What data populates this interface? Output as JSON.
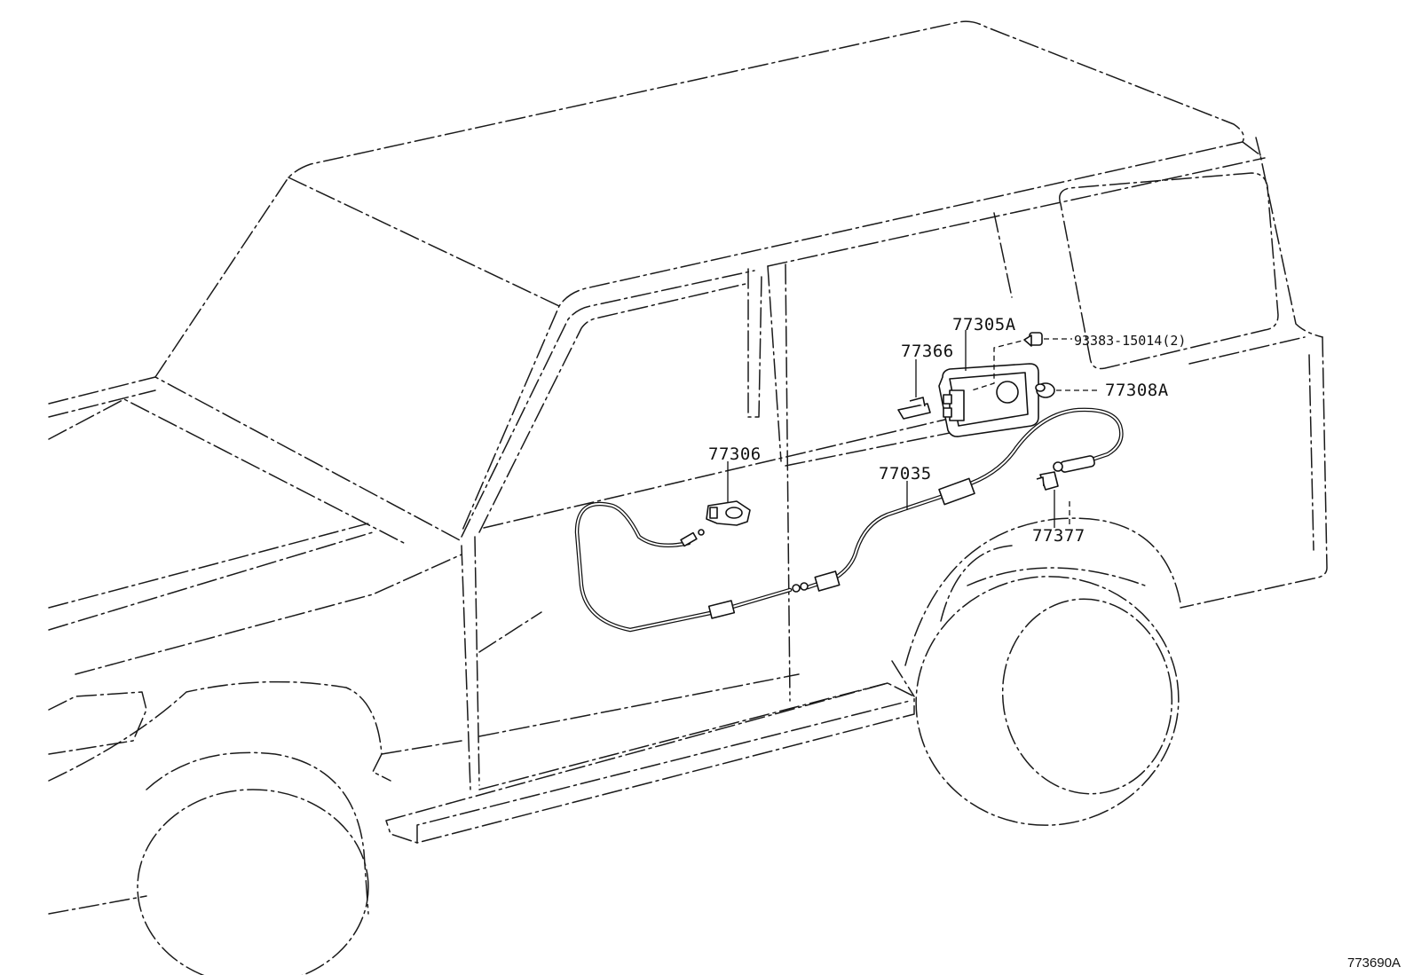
{
  "callouts": {
    "p77305a": "77305A",
    "p93383": "93383-15014(2)",
    "p77366": "77366",
    "p77308a": "77308A",
    "p77306": "77306",
    "p77035": "77035",
    "p77377": "77377"
  },
  "figure_id": "773690A"
}
